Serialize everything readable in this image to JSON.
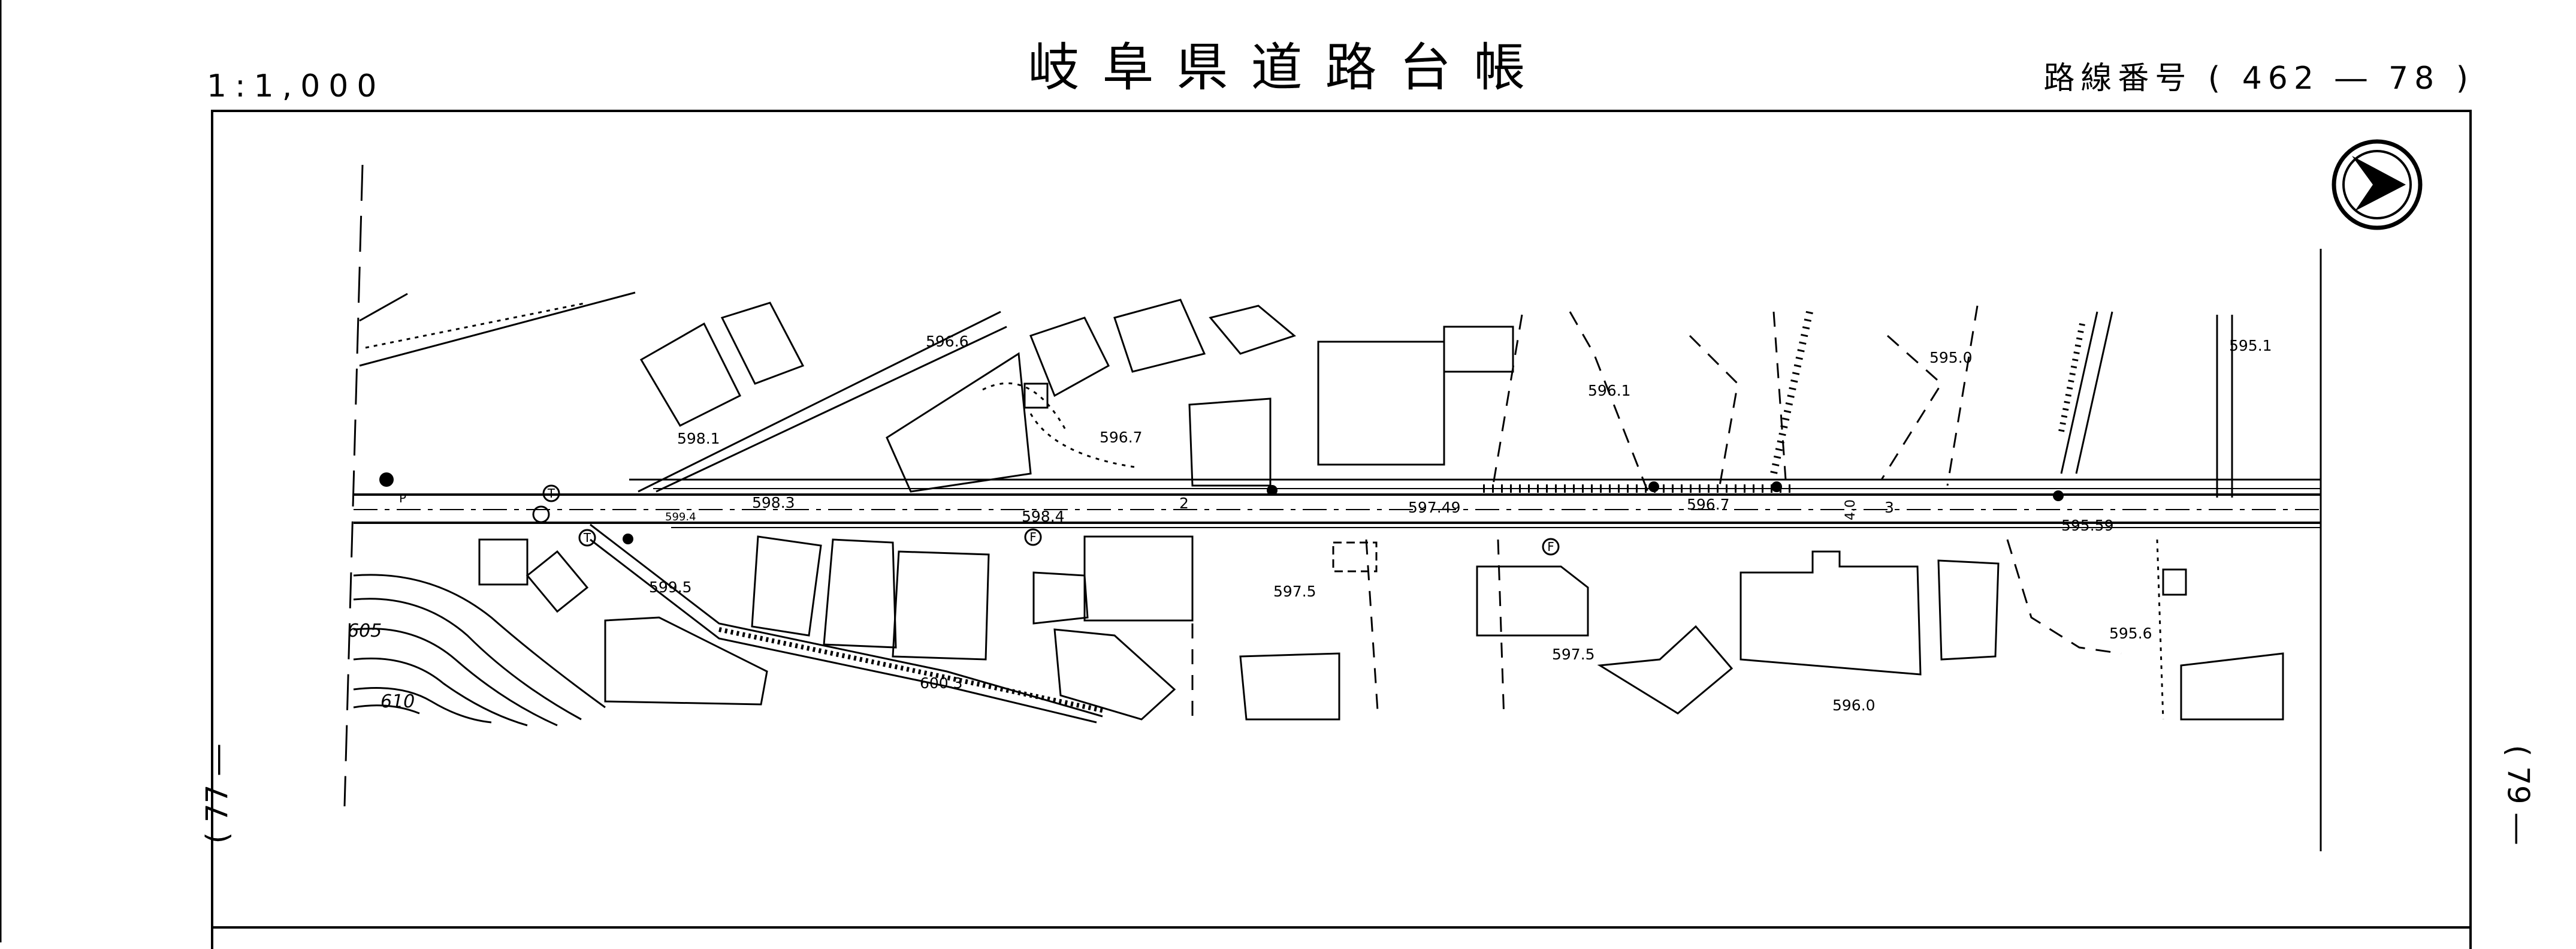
{
  "header": {
    "title": "岐阜県道路台帳",
    "scale": "1:1,000",
    "route_prefix": "路線番号",
    "route_number": "( 462 ― 78 )"
  },
  "sheet_edges": {
    "left": "( 77 ―",
    "right": "( 79 ―"
  },
  "map": {
    "north_arrow": "north-arrow",
    "elevations": [
      "596.6",
      "598.1",
      "596.7",
      "596.1",
      "595.0",
      "595.1",
      "598.3",
      "599.4",
      "598.4",
      "597.49",
      "596.7",
      "595.59",
      "599.5",
      "597.5",
      "597.5",
      "595.6",
      "600.3",
      "596.0"
    ],
    "contours": [
      "605",
      "610"
    ],
    "station_marks": [
      "2",
      "3"
    ],
    "road_width": "4.0",
    "symbols": [
      "T",
      "T",
      "F",
      "F",
      "P"
    ]
  }
}
